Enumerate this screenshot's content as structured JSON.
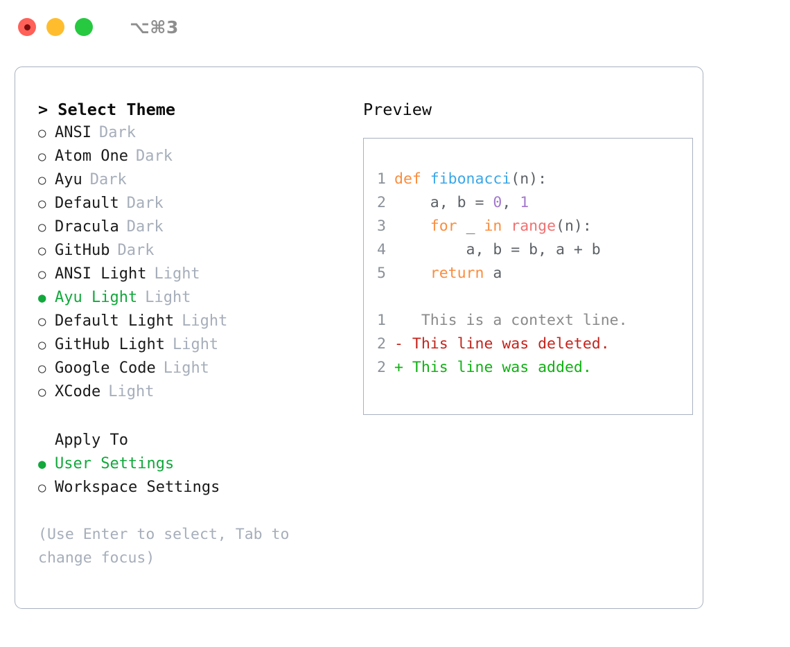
{
  "titlebar": {
    "shortcut": "⌥⌘3",
    "buttons": [
      {
        "name": "close",
        "color": "#FF6058"
      },
      {
        "name": "minimize",
        "color": "#FFBD2E"
      },
      {
        "name": "zoom",
        "color": "#26C940"
      }
    ]
  },
  "theme_panel": {
    "header": "> Select Theme",
    "bullet_unselected": "○",
    "bullet_selected": "●",
    "items": [
      {
        "label": "ANSI",
        "tag": "Dark",
        "selected": false
      },
      {
        "label": "Atom One",
        "tag": "Dark",
        "selected": false
      },
      {
        "label": "Ayu",
        "tag": "Dark",
        "selected": false
      },
      {
        "label": "Default",
        "tag": "Dark",
        "selected": false
      },
      {
        "label": "Dracula",
        "tag": "Dark",
        "selected": false
      },
      {
        "label": "GitHub",
        "tag": "Dark",
        "selected": false
      },
      {
        "label": "ANSI Light",
        "tag": "Light",
        "selected": false
      },
      {
        "label": "Ayu Light",
        "tag": "Light",
        "selected": true
      },
      {
        "label": "Default Light",
        "tag": "Light",
        "selected": false
      },
      {
        "label": "GitHub Light",
        "tag": "Light",
        "selected": false
      },
      {
        "label": "Google Code",
        "tag": "Light",
        "selected": false
      },
      {
        "label": "XCode",
        "tag": "Light",
        "selected": false
      }
    ]
  },
  "apply_to": {
    "header": "Apply To",
    "items": [
      {
        "label": "User Settings",
        "selected": true
      },
      {
        "label": "Workspace Settings",
        "selected": false
      }
    ]
  },
  "hint": "(Use Enter to select, Tab to change focus)",
  "preview": {
    "title": "Preview",
    "code_lines": [
      {
        "num": "1",
        "segments": [
          {
            "text": "def ",
            "style": "tok-kw"
          },
          {
            "text": "fibonacci",
            "style": "tok-fn"
          },
          {
            "text": "(n):",
            "style": "tok-pln"
          }
        ]
      },
      {
        "num": "2",
        "segments": [
          {
            "text": "    a, b = ",
            "style": "tok-pln"
          },
          {
            "text": "0",
            "style": "tok-num"
          },
          {
            "text": ", ",
            "style": "tok-pln"
          },
          {
            "text": "1",
            "style": "tok-num"
          }
        ]
      },
      {
        "num": "3",
        "segments": [
          {
            "text": "    for ",
            "style": "tok-kw"
          },
          {
            "text": "_ ",
            "style": "tok-pln"
          },
          {
            "text": "in ",
            "style": "tok-kw"
          },
          {
            "text": "range",
            "style": "tok-call"
          },
          {
            "text": "(n):",
            "style": "tok-pln"
          }
        ]
      },
      {
        "num": "4",
        "segments": [
          {
            "text": "        a, b = b, a + b",
            "style": "tok-pln"
          }
        ]
      },
      {
        "num": "5",
        "segments": [
          {
            "text": "    return ",
            "style": "tok-kw"
          },
          {
            "text": "a",
            "style": "tok-pln"
          }
        ]
      }
    ],
    "diff_lines": [
      {
        "num": "1",
        "marker": " ",
        "text": "  This is a context line.",
        "kind": "diff-ctx"
      },
      {
        "num": "2",
        "marker": "-",
        "text": " This line was deleted.",
        "kind": "diff-del"
      },
      {
        "num": "2",
        "marker": "+",
        "text": " This line was added.",
        "kind": "diff-add"
      }
    ]
  },
  "colors": {
    "accent_green": "#12A83C",
    "muted_gray": "#A6AEBA",
    "border": "#A8B2C0",
    "keyword_orange": "#FA8D3E",
    "function_blue": "#3AA7E8",
    "number_purple": "#A37ACC",
    "call_coral": "#F07171",
    "diff_delete_red": "#C4231B",
    "diff_add_green": "#11B014"
  }
}
